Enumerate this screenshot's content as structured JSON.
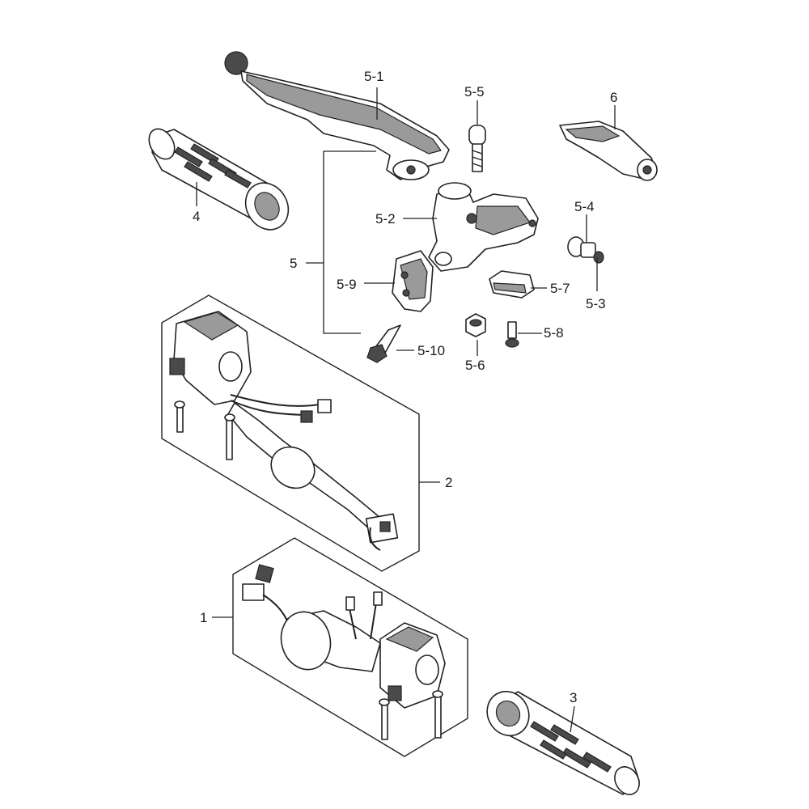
{
  "callouts": {
    "c_5_1": "5-1",
    "c_5_5": "5-5",
    "c_6": "6",
    "c_4": "4",
    "c_5_2": "5-2",
    "c_5_4": "5-4",
    "c_5": "5",
    "c_5_9": "5-9",
    "c_5_7": "5-7",
    "c_5_3": "5-3",
    "c_5_8": "5-8",
    "c_5_10": "5-10",
    "c_5_6": "5-6",
    "c_2": "2",
    "c_1": "1",
    "c_3": "3"
  }
}
